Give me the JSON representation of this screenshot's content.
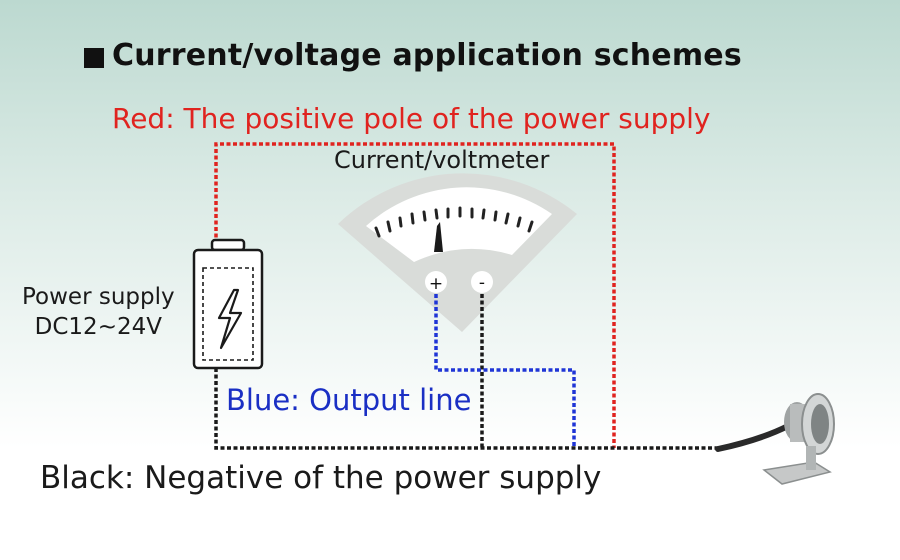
{
  "title": "Current/voltage application schemes",
  "labels": {
    "red": "Red: The positive pole of the power supply",
    "meter": "Current/voltmeter",
    "power_supply_line1": "Power supply",
    "power_supply_line2": "DC12~24V",
    "blue": "Blue: Output line",
    "black": "Black: Negative of the power supply"
  },
  "meter": {
    "terminal_plus": "+",
    "terminal_minus": "-"
  },
  "colors": {
    "red_wire": "#e0231f",
    "blue_wire": "#1f35d6",
    "black_wire": "#1a1a1a",
    "meter_face": "#d9dcd9"
  },
  "icons": {
    "battery": "battery-bolt-icon",
    "sensor": "proximity-sensor-icon"
  }
}
